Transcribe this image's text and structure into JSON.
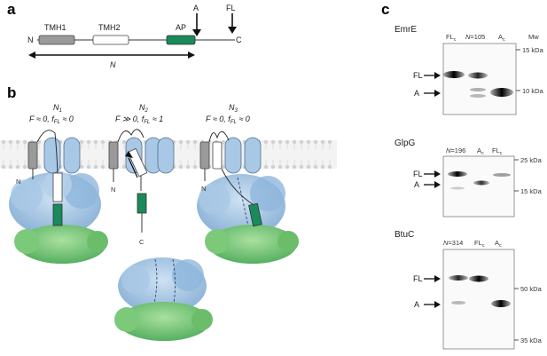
{
  "panel_a": {
    "letter": "a",
    "n_terminus": "N",
    "c_terminus": "C",
    "segments": [
      {
        "label": "TMH1",
        "color": "#9a9a9a"
      },
      {
        "label": "TMH2",
        "color": "#ffffff"
      },
      {
        "label": "AP",
        "color": "#1a8a5a"
      }
    ],
    "arrow_a": "A",
    "arrow_fl": "FL",
    "length_label": "N"
  },
  "panel_b": {
    "letter": "b",
    "states": [
      {
        "name": "N",
        "sub": "1",
        "line": "F ≈ 0, f",
        "fsub": "FL",
        "tail": " ≈ 0"
      },
      {
        "name": "N",
        "sub": "2",
        "line": "F ≫ 0, f",
        "fsub": "FL",
        "tail": " ≈ 1"
      },
      {
        "name": "N",
        "sub": "3",
        "line": "F ≈ 0, f",
        "fsub": "FL",
        "tail": " ≈ 0"
      }
    ],
    "n_label": "N",
    "c_label": "C"
  },
  "panel_c": {
    "letter": "c",
    "mw_header": "Mw",
    "blots": [
      {
        "protein": "EmrE",
        "lanes": [
          {
            "main": "FL",
            "sub": "c"
          },
          {
            "main": "N",
            "rest": "=105"
          },
          {
            "main": "A",
            "sub": "c"
          }
        ],
        "markers": [
          "15 kDa",
          "10 kDa"
        ],
        "bands": {
          "fl": "FL",
          "a": "A"
        }
      },
      {
        "protein": "GlpG",
        "lanes": [
          {
            "main": "N",
            "rest": "=196"
          },
          {
            "main": "A",
            "sub": "c"
          },
          {
            "main": "FL",
            "sub": "c"
          }
        ],
        "markers": [
          "25 kDa",
          "15 kDa"
        ],
        "bands": {
          "fl": "FL",
          "a": "A"
        }
      },
      {
        "protein": "BtuC",
        "lanes": [
          {
            "main": "N",
            "rest": "=314"
          },
          {
            "main": "FL",
            "sub": "c"
          },
          {
            "main": "A",
            "sub": "c"
          }
        ],
        "markers": [
          "50 kDa",
          "35 kDa"
        ],
        "bands": {
          "fl": "FL",
          "a": "A"
        }
      }
    ]
  }
}
